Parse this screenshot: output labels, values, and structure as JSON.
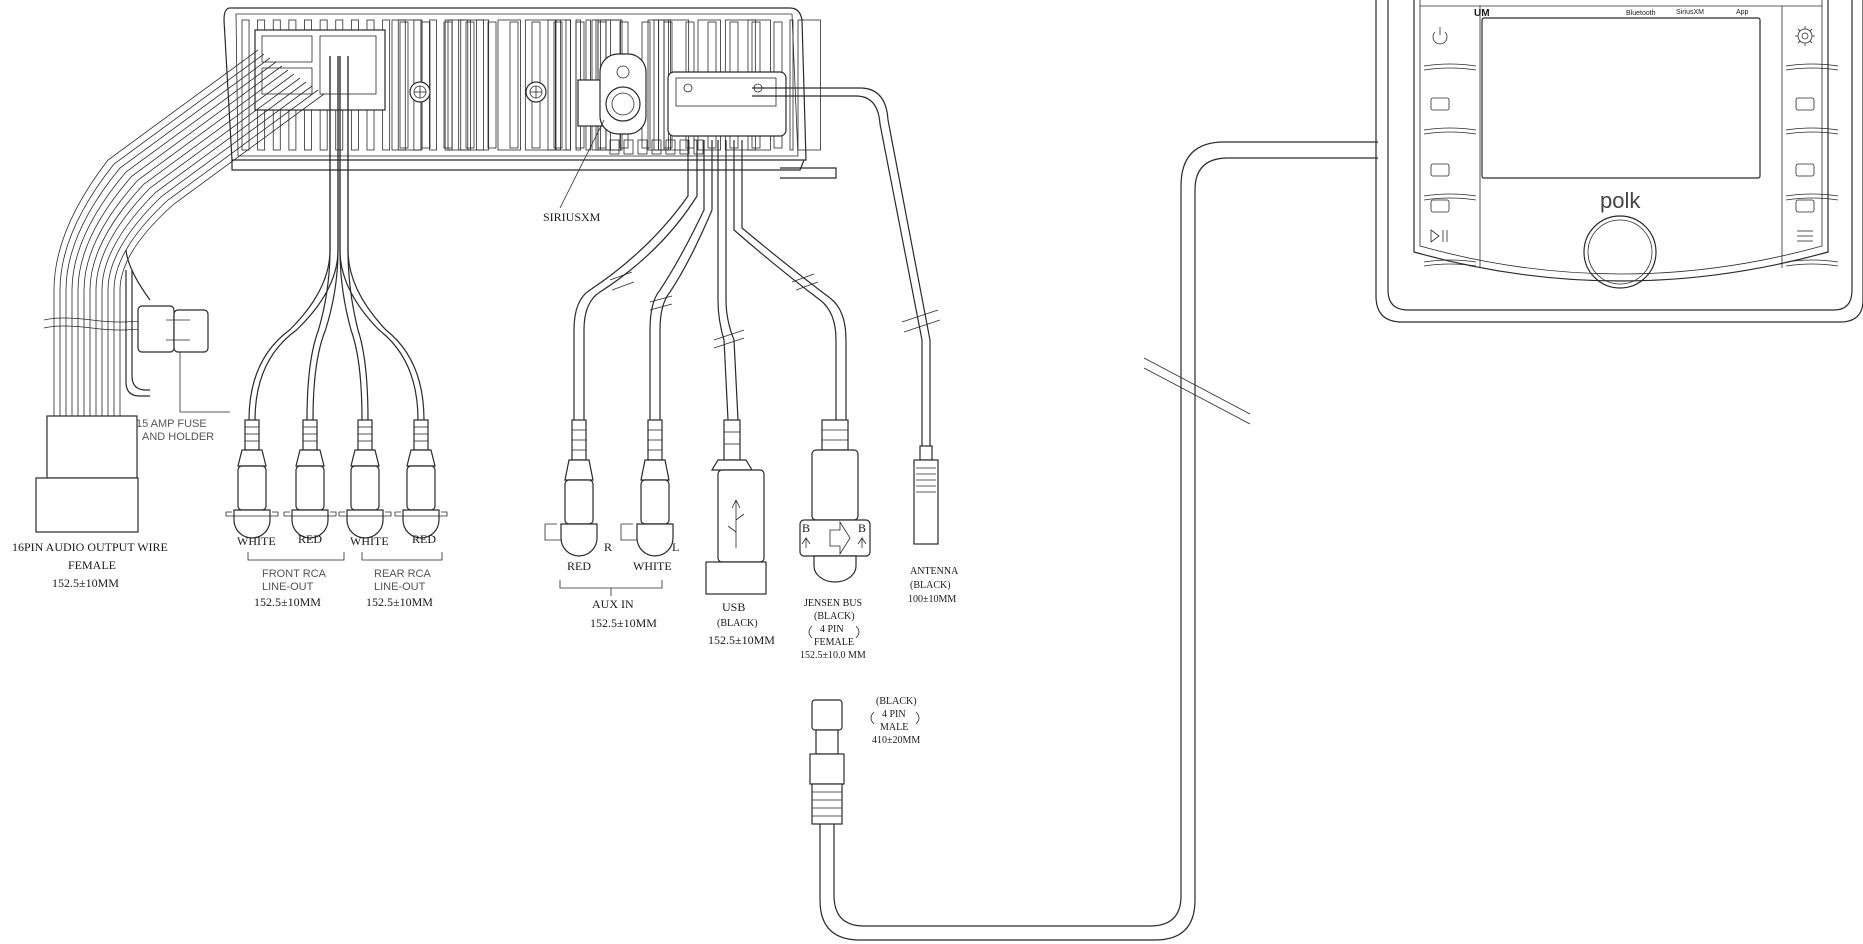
{
  "labels": {
    "siriusxm": "SIRIUSXM",
    "fuse_line1": "15 AMP FUSE",
    "fuse_line2": "AND HOLDER",
    "pin16_line1": "16PIN AUDIO OUTPUT WIRE",
    "pin16_line2": "FEMALE",
    "pin16_len": "152.5±10MM",
    "front_white": "WHITE",
    "front_red": "RED",
    "rear_white": "WHITE",
    "rear_red": "RED",
    "front_rca_line1": "FRONT RCA",
    "front_rca_line2": "LINE-OUT",
    "front_rca_len": "152.5±10MM",
    "rear_rca_line1": "REAR RCA",
    "rear_rca_line2": "LINE-OUT",
    "rear_rca_len": "152.5±10MM",
    "aux_red": "RED",
    "aux_white": "WHITE",
    "aux_r": "R",
    "aux_l": "L",
    "aux_in": "AUX IN",
    "aux_len": "152.5±10MM",
    "usb_line1": "USB",
    "usb_line2": "(BLACK)",
    "usb_len": "152.5±10MM",
    "jb_b_left": "B",
    "jb_b_right": "B",
    "jb_line1": "JENSEN BUS",
    "jb_line2": "(BLACK)",
    "jb_line3": "4 PIN",
    "jb_line4": "FEMALE",
    "jb_len": "152.5±10.0 MM",
    "male_line1": "(BLACK)",
    "male_line2": "4 PIN",
    "male_line3": "MALE",
    "male_len": "410±20MM",
    "ant_line1": "ANTENNA",
    "ant_line2": "(BLACK)",
    "ant_len": "100±10MM",
    "remote_model": "UM",
    "remote_brand": "polk",
    "remote_badge1": "Bluetooth",
    "remote_badge2": "SiriusXM",
    "remote_badge3": "App"
  },
  "icons": {
    "left_column": [
      "power-icon",
      "button-icon",
      "button-icon",
      "button-icon",
      "play-pause-icon"
    ],
    "right_column": [
      "gear-icon",
      "button-icon",
      "button-icon",
      "button-icon",
      "menu-icon"
    ]
  }
}
